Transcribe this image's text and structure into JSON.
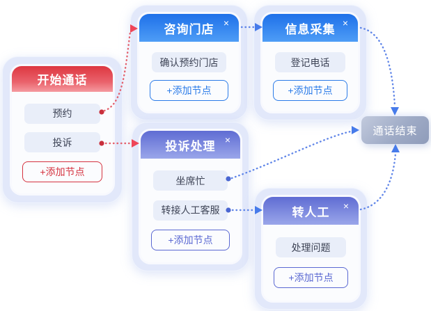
{
  "flow": {
    "close_icon": "×",
    "nodes": {
      "start": {
        "title": "开始通话",
        "items": [
          "预约",
          "投诉"
        ],
        "add_label": "+添加节点"
      },
      "consult": {
        "title": "咨询门店",
        "items": [
          "确认预约门店"
        ],
        "add_label": "+添加节点"
      },
      "collect": {
        "title": "信息采集",
        "items": [
          "登记电话"
        ],
        "add_label": "+添加节点"
      },
      "complaint": {
        "title": "投诉处理",
        "items": [
          "坐席忙",
          "转接人工客服"
        ],
        "add_label": "+添加节点"
      },
      "transfer": {
        "title": "转人工",
        "items": [
          "处理问题"
        ],
        "add_label": "+添加节点"
      }
    },
    "end_node": {
      "label": "通话结束"
    },
    "edges": [
      {
        "from": "start.预约",
        "to": "consult",
        "color": "red"
      },
      {
        "from": "start.投诉",
        "to": "complaint",
        "color": "red"
      },
      {
        "from": "consult",
        "to": "collect",
        "color": "blue"
      },
      {
        "from": "collect",
        "to": "end",
        "color": "blue"
      },
      {
        "from": "complaint.坐席忙",
        "to": "end",
        "color": "blue"
      },
      {
        "from": "complaint.转接人工客服",
        "to": "transfer",
        "color": "blue"
      },
      {
        "from": "transfer",
        "to": "end",
        "color": "blue"
      }
    ],
    "colors": {
      "start_accent": "#D5323F",
      "blue_accent": "#2B7BE8",
      "indigo_accent": "#5A68D2",
      "red_edge": "#E4626E",
      "blue_edge": "#5F85E8",
      "end_bg": "#9FABC6"
    }
  }
}
